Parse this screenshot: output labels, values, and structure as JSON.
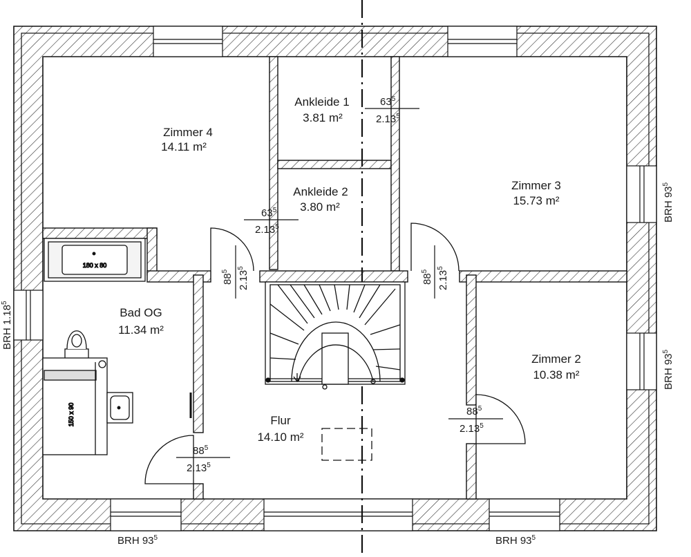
{
  "rooms": {
    "zimmer4": {
      "name": "Zimmer 4",
      "area": "14.11 m²"
    },
    "ankleide1": {
      "name": "Ankleide 1",
      "area": "3.81 m²"
    },
    "ankleide2": {
      "name": "Ankleide 2",
      "area": "3.80 m²"
    },
    "zimmer3": {
      "name": "Zimmer 3",
      "area": "15.73 m²"
    },
    "bad": {
      "name": "Bad OG",
      "area": "11.34 m²"
    },
    "flur": {
      "name": "Flur",
      "area": "14.10 m²"
    },
    "zimmer2": {
      "name": "Zimmer 2",
      "area": "10.38 m²"
    }
  },
  "door_dims": {
    "ankleide1": {
      "width": "63",
      "width_sup": "5",
      "height": "2.13",
      "height_sup": "5"
    },
    "ankleide2": {
      "width": "63",
      "width_sup": "5",
      "height": "2.13",
      "height_sup": "5"
    },
    "zimmer4": {
      "width": "88",
      "width_sup": "5",
      "height": "2.13",
      "height_sup": "5"
    },
    "zimmer3": {
      "width": "88",
      "width_sup": "5",
      "height": "2.13",
      "height_sup": "5"
    },
    "bad": {
      "width": "88",
      "width_sup": "5",
      "height": "2.13",
      "height_sup": "5"
    },
    "zimmer2": {
      "width": "88",
      "width_sup": "5",
      "height": "2.13",
      "height_sup": "5"
    }
  },
  "window_labels": {
    "left": {
      "text": "BRH 1.18",
      "sup": "5"
    },
    "right_top": {
      "text": "BRH 93",
      "sup": "5"
    },
    "right_bottom": {
      "text": "BRH 93",
      "sup": "5"
    },
    "bottom_left": {
      "text": "BRH 93",
      "sup": "5"
    },
    "bottom_right": {
      "text": "BRH 93",
      "sup": "5"
    }
  },
  "fixtures": {
    "bathtub": "180 x 80",
    "shower": "150 x 90"
  }
}
